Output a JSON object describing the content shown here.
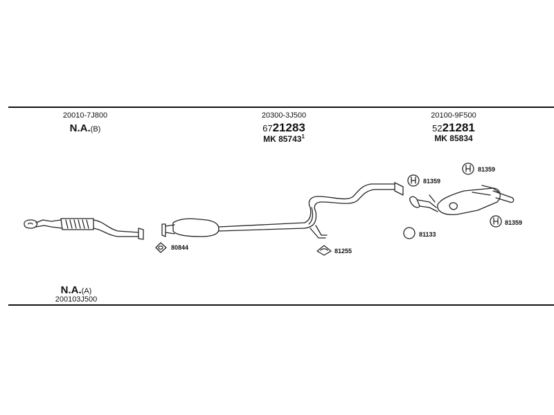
{
  "sections": [
    {
      "oem": "20010-7J800",
      "na_label": "N.A.",
      "na_suffix": "(B)"
    },
    {
      "oem": "20300-3J500",
      "part_prefix": "67",
      "part_main": "21283",
      "mk": "MK 85743",
      "mk_sup": "1"
    },
    {
      "oem": "20100-9F500",
      "part_prefix": "52",
      "part_main": "21281",
      "mk": "MK 85834"
    }
  ],
  "bottom": {
    "na_label": "N.A.",
    "na_suffix": "(A)",
    "oem": "200103J500"
  },
  "callouts": {
    "c80844": "80844",
    "c81255": "81255",
    "c81359_a": "81359",
    "c81359_b": "81359",
    "c81359_c": "81359",
    "c81133": "81133"
  }
}
